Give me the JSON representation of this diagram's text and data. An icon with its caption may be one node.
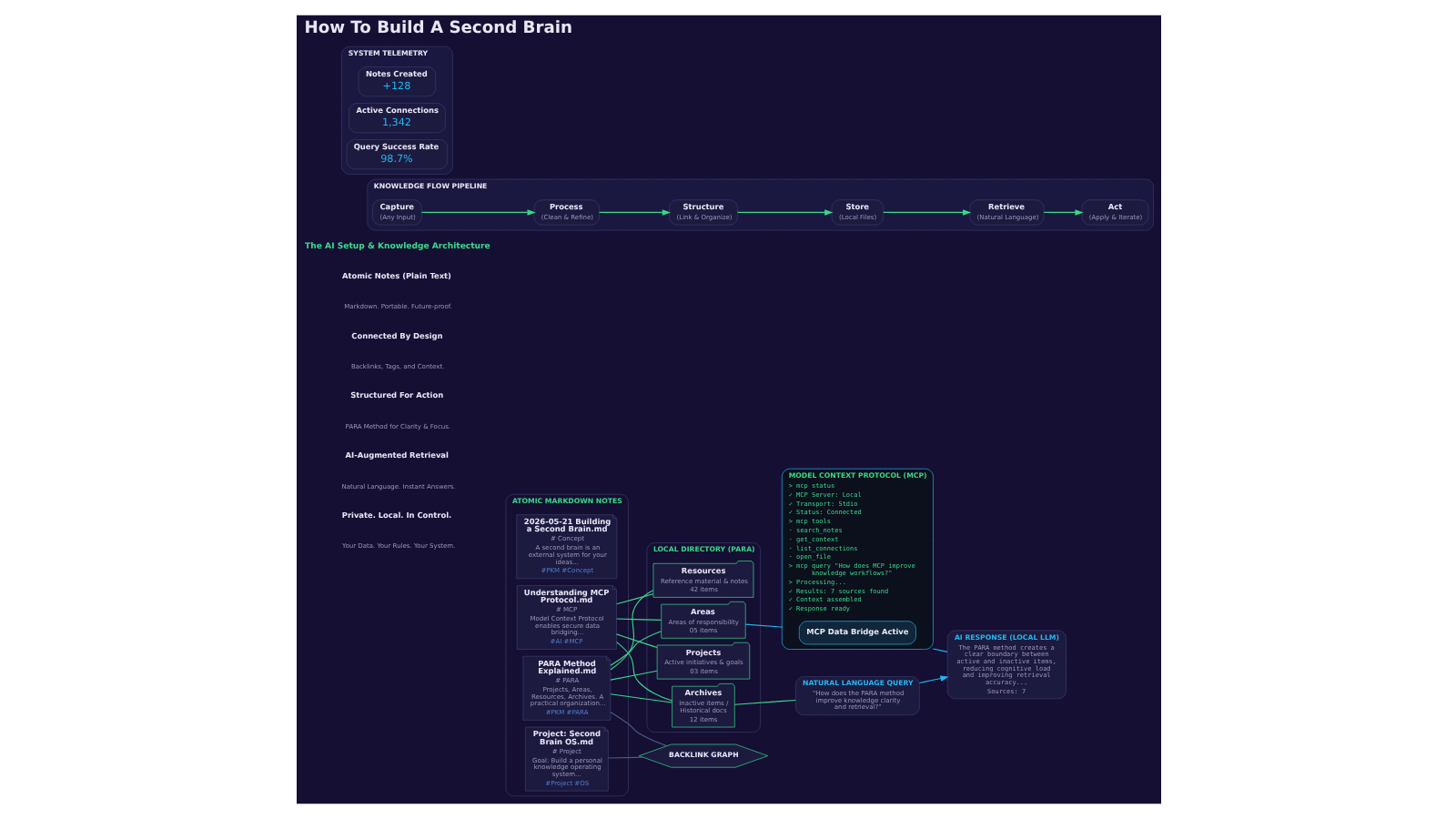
{
  "diagram": {
    "title": "How To Build A Second Brain",
    "nodes": [
      {
        "text": [
          "ATOMIC MARKDOWN NOTES"
        ]
      },
      {
        "text": [
          "2026-05-21 Building a Second Brain.md",
          "# Concept",
          "A second brain is an external system for your ideas...",
          "#PKM #Concept"
        ],
        "in": 0
      },
      {
        "text": [
          "Understanding MCP Protocol.md",
          "# MCP",
          "Model Context Protocol enables secure data bridging...",
          "#AI #MCP"
        ],
        "in": 0
      },
      {
        "text": [
          "Project: Second Brain OS.md",
          "# Project",
          "Goal: Build a personal knowledge operating system...",
          "#Project #OS"
        ],
        "in": 0
      },
      {
        "text": [
          "PARA Method Explained.md",
          "# PARA",
          "Projects, Areas, Resources, Archives. A practical organization...",
          "#PKM #PARA"
        ],
        "in": 0
      },
      {
        "text": [
          "LOCAL DIRECTORY (PARA)"
        ]
      },
      {
        "text": [
          "Projects",
          "Active initiatives & goals",
          "03 items"
        ],
        "in": 5
      },
      {
        "text": [
          "Areas",
          "Areas of responsibility",
          "05 items"
        ],
        "in": 5
      },
      {
        "text": [
          "Resources",
          "Reference material & notes",
          "42 items"
        ],
        "in": 5
      },
      {
        "text": [
          "Archives",
          "Inactive items / Historical docs",
          "12 items"
        ],
        "in": 5
      },
      {
        "text": [
          "MODEL CONTEXT PROTOCOL (MCP)",
          "> mcp status",
          "✓ MCP Server: Local",
          "✓ Transport: Stdio",
          "✓ Status: Connected",
          "> mcp tools",
          "· search_notes",
          "· get_context",
          "· list_connections",
          "· open_file",
          "> mcp query \"How does MCP improve knowledge workflows?\"",
          "> Processing...",
          "✓ Results: 7 sources found",
          "✓ Context assembled",
          "✓ Response ready"
        ]
      },
      {
        "text": [
          "MCP Data Bridge Active"
        ],
        "in": 10
      },
      {
        "text": [
          "BACKLINK GRAPH"
        ]
      },
      {
        "text": [
          "NATURAL LANGUAGE QUERY",
          "\"How does the PARA method improve knowledge clarity and retrieval?\""
        ]
      },
      {
        "text": [
          "AI RESPONSE (LOCAL LLM)",
          "The PARA method creates a clear boundary between active and inactive items, reducing cognitive load and improving retrieval accuracy...",
          "Sources: 7"
        ]
      },
      {
        "text": [
          "KNOWLEDGE FLOW PIPELINE"
        ]
      },
      {
        "text": [
          "Capture",
          "(Any Input)"
        ],
        "in": 15
      },
      {
        "text": [
          "Process",
          "(Clean & Refine)"
        ],
        "in": 15
      },
      {
        "text": [
          "Structure",
          "(Link & Organize)"
        ],
        "in": 15
      },
      {
        "text": [
          "Store",
          "(Local Files)"
        ],
        "in": 15
      },
      {
        "text": [
          "Retrieve",
          "(Natural Language)"
        ],
        "in": 15
      },
      {
        "text": [
          "Act",
          "(Apply & Iterate)"
        ],
        "in": 15
      },
      {
        "text": [
          "SYSTEM TELEMETRY"
        ]
      },
      {
        "text": [
          "Notes Created",
          "+128"
        ],
        "in": 22
      },
      {
        "text": [
          "Active Connections",
          "1,342"
        ],
        "in": 22
      },
      {
        "text": [
          "Query Success Rate",
          "98.7%"
        ],
        "in": 22
      }
    ],
    "edges": [
      {
        "from": 2,
        "to": 6,
        "arrow": "none"
      },
      {
        "from": 2,
        "to": 7,
        "arrow": "none"
      },
      {
        "from": 2,
        "to": 8,
        "arrow": "none"
      },
      {
        "from": 2,
        "to": 9,
        "arrow": "none"
      },
      {
        "from": 4,
        "to": 6,
        "arrow": "none"
      },
      {
        "from": 4,
        "to": 7,
        "arrow": "none"
      },
      {
        "from": 4,
        "to": 8,
        "arrow": "none"
      },
      {
        "from": 4,
        "to": 9,
        "arrow": "none"
      },
      {
        "from": 3,
        "to": 12,
        "arrow": "none",
        "color": "#4a5d7e"
      },
      {
        "from": 4,
        "to": 12,
        "arrow": "none",
        "color": "#4a5d7e"
      },
      {
        "from": 7,
        "to": 10,
        "arrow": "none",
        "color": "#22b8f0"
      },
      {
        "from": 10,
        "to": 14,
        "arrow": "none",
        "color": "#22b8f0"
      },
      {
        "from": 9,
        "to": 13,
        "arrow": "none"
      },
      {
        "from": 13,
        "to": 14,
        "arrow": "to",
        "color": "#22b8f0"
      },
      {
        "from": 16,
        "to": 17,
        "arrow": "to"
      },
      {
        "from": 17,
        "to": 18,
        "arrow": "to"
      },
      {
        "from": 18,
        "to": 19,
        "arrow": "to"
      },
      {
        "from": 19,
        "to": 20,
        "arrow": "to"
      },
      {
        "from": 20,
        "to": 21,
        "arrow": "to"
      }
    ],
    "labels": [
      "The AI Setup & Knowledge Architecture",
      "Atomic Notes (Plain Text)",
      "Markdown. Portable. Future-proof.",
      "Connected By Design",
      "Backlinks, Tags, and Context.",
      "Structured For Action",
      "PARA Method for Clarity & Focus.",
      "AI-Augmented Retrieval",
      "Natural Language. Instant Answers.",
      "Private. Local. In Control.",
      "Your Data. Your Rules. Your System."
    ]
  }
}
